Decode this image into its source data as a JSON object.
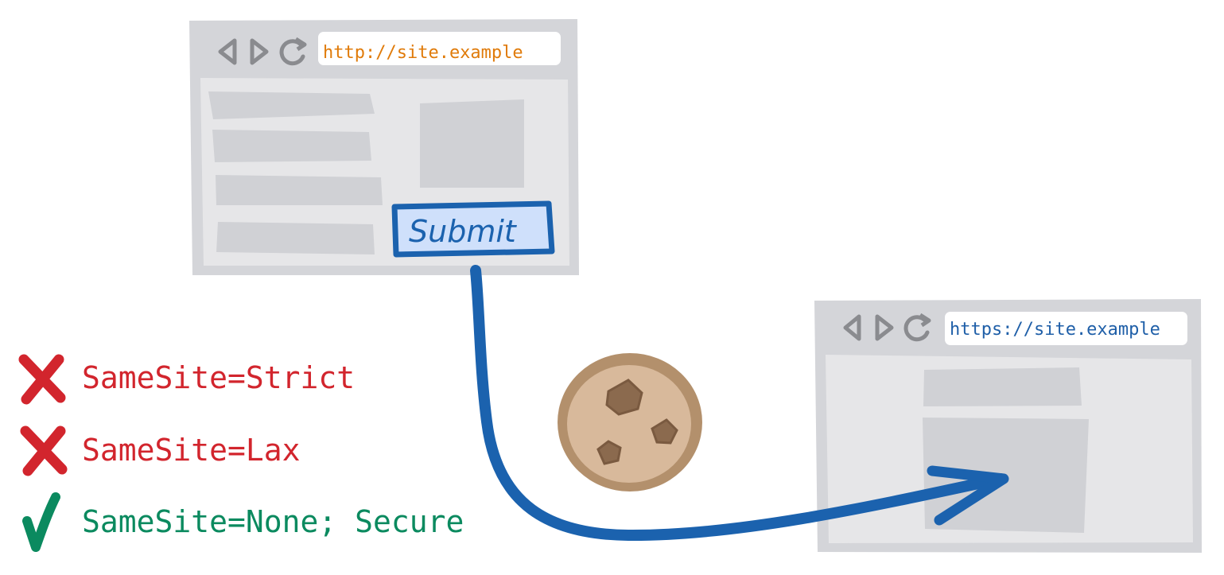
{
  "diagram": {
    "source_window": {
      "url": "http://site.example",
      "submit_label": "Submit"
    },
    "target_window": {
      "url": "https://site.example"
    },
    "cookie_rules": [
      {
        "text": "SameSite=Strict",
        "status": "blocked",
        "icon": "cross-icon"
      },
      {
        "text": "SameSite=Lax",
        "status": "blocked",
        "icon": "cross-icon"
      },
      {
        "text": "SameSite=None; Secure",
        "status": "allowed",
        "icon": "check-icon"
      }
    ],
    "colors": {
      "window_frame": "#d4d5d9",
      "window_body": "#e6e6e8",
      "placeholder": "#d0d1d5",
      "icon_gray": "#8a8b8f",
      "http_url": "#e07b0a",
      "https_url": "#1f5fa8",
      "arrow_blue": "#1b62ae",
      "submit_fill": "#cfe0fb",
      "blocked_red": "#d2252d",
      "allowed_green": "#0b8a5f",
      "cookie_outer": "#b3906c",
      "cookie_inner": "#d8b99b",
      "chip": "#8b6a4e"
    }
  }
}
